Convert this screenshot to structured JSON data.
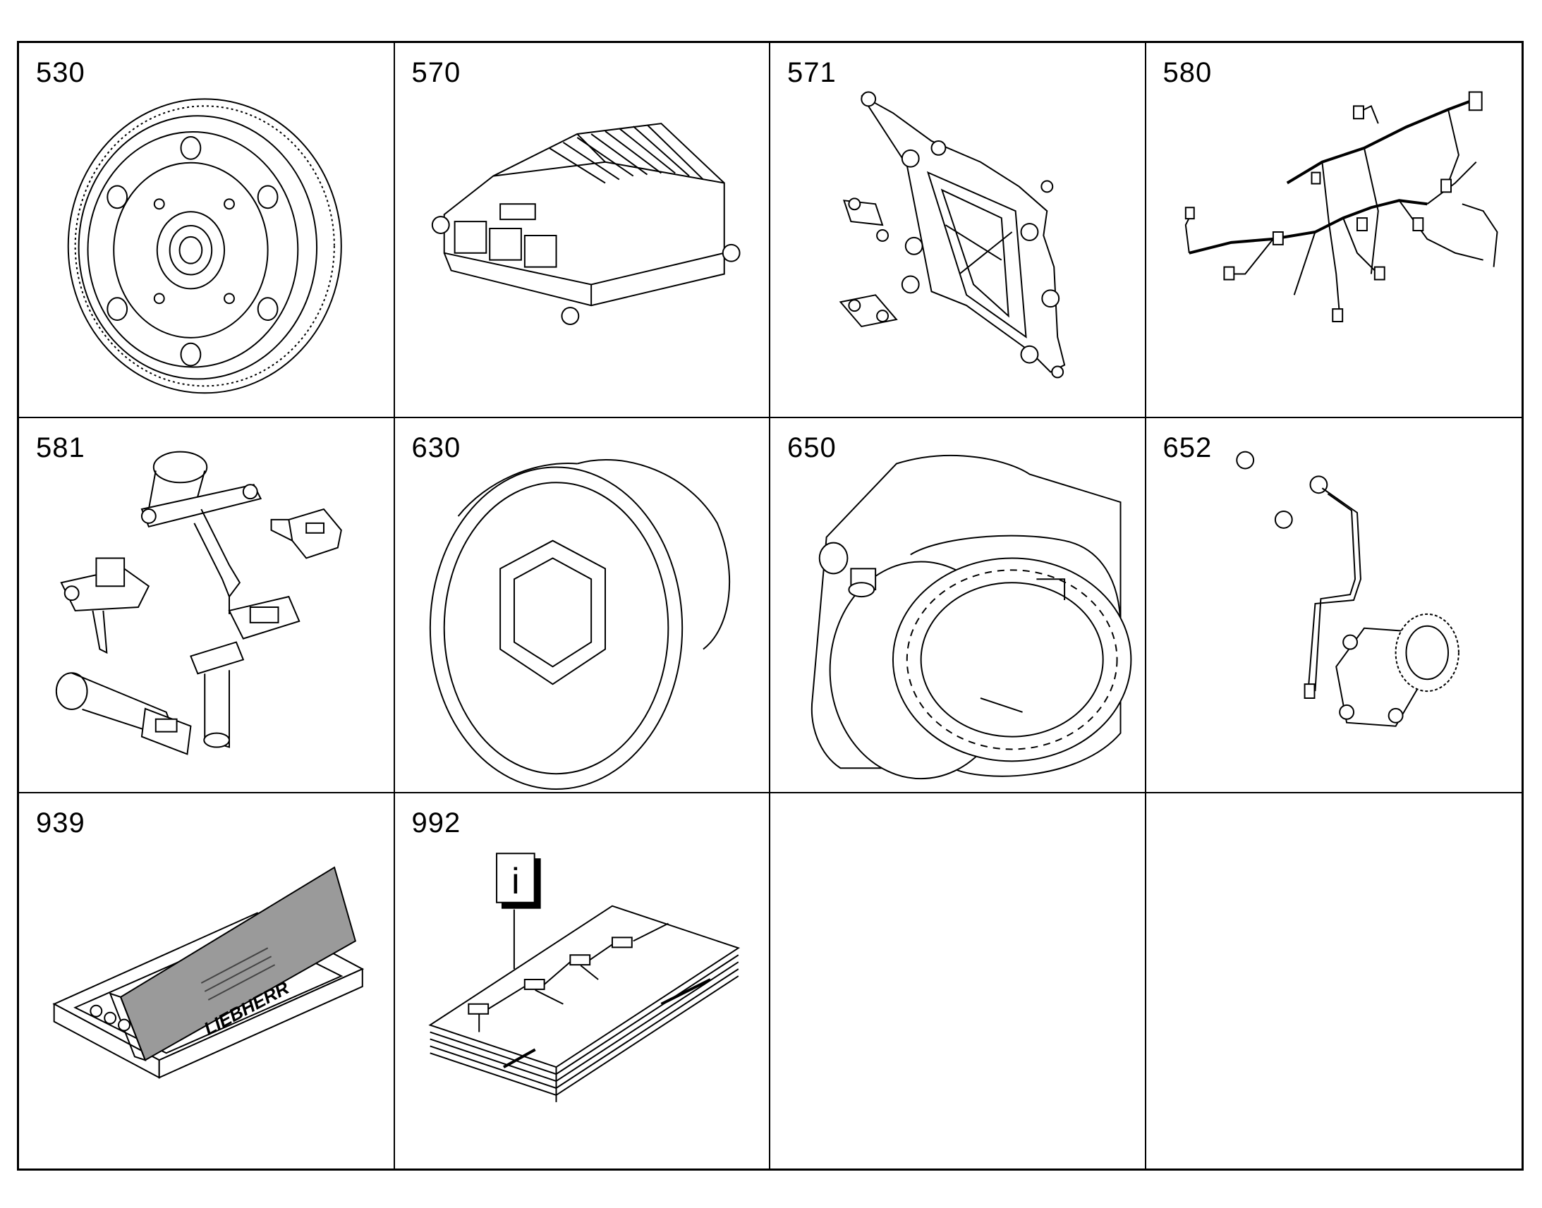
{
  "cells": [
    {
      "number": "530"
    },
    {
      "number": "570"
    },
    {
      "number": "571"
    },
    {
      "number": "580"
    },
    {
      "number": "581"
    },
    {
      "number": "630"
    },
    {
      "number": "650"
    },
    {
      "number": "652"
    },
    {
      "number": "939",
      "brand": "LIEBHERR"
    },
    {
      "number": "992",
      "info_symbol": "i"
    },
    {
      "number": ""
    },
    {
      "number": ""
    }
  ]
}
